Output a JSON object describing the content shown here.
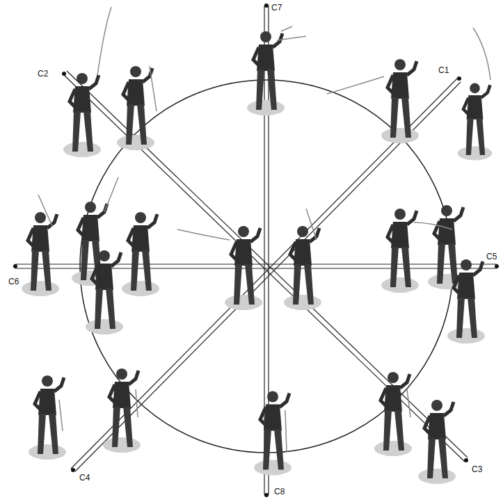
{
  "diagram": {
    "labels": [
      "C7",
      "C2",
      "C1",
      "C6",
      "C5",
      "C4",
      "C3",
      "C8"
    ]
  }
}
